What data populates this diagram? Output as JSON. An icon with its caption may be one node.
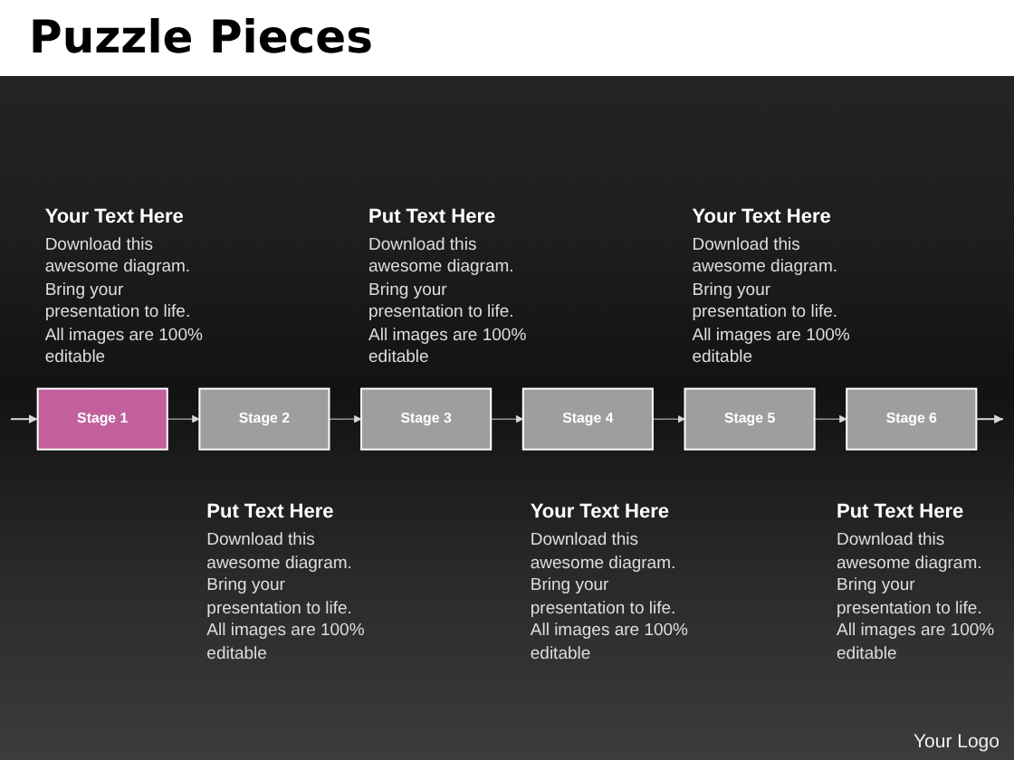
{
  "diagram": {
    "title": "Puzzle Pieces",
    "nodes": [
      {
        "text": [
          "Stage 1"
        ],
        "beside": [
          "Your Text Here",
          "Download this awesome diagram. Bring your presentation to life. All images are 100% editable"
        ]
      },
      {
        "text": [
          "Stage 2"
        ],
        "beside": [
          "Put Text Here",
          "Download this awesome diagram. Bring your presentation to life. All images are 100% editable"
        ]
      },
      {
        "text": [
          "Stage 3"
        ],
        "beside": [
          "Put Text Here",
          "Download this awesome diagram. Bring your presentation to life. All images are 100% editable"
        ]
      },
      {
        "text": [
          "Stage 4"
        ],
        "beside": [
          "Your Text Here",
          "Download this awesome diagram. Bring your presentation to life. All images are 100% editable"
        ]
      },
      {
        "text": [
          "Stage 5"
        ],
        "beside": [
          "Your Text Here",
          "Download this awesome diagram. Bring your presentation to life. All images are 100% editable"
        ]
      },
      {
        "text": [
          "Stage 6"
        ],
        "beside": [
          "Put Text Here",
          "Download this awesome diagram. Bring your presentation to life. All images are 100% editable"
        ]
      }
    ],
    "edges": [
      {
        "from": null,
        "to": 0,
        "arrow": "to"
      },
      {
        "from": 0,
        "to": 1,
        "arrow": "to"
      },
      {
        "from": 1,
        "to": 2,
        "arrow": "to"
      },
      {
        "from": 2,
        "to": 3,
        "arrow": "to"
      },
      {
        "from": 3,
        "to": 4,
        "arrow": "to"
      },
      {
        "from": 4,
        "to": 5,
        "arrow": "to"
      },
      {
        "from": 5,
        "to": null,
        "arrow": "to"
      }
    ],
    "labels": [
      "Your Logo"
    ]
  }
}
